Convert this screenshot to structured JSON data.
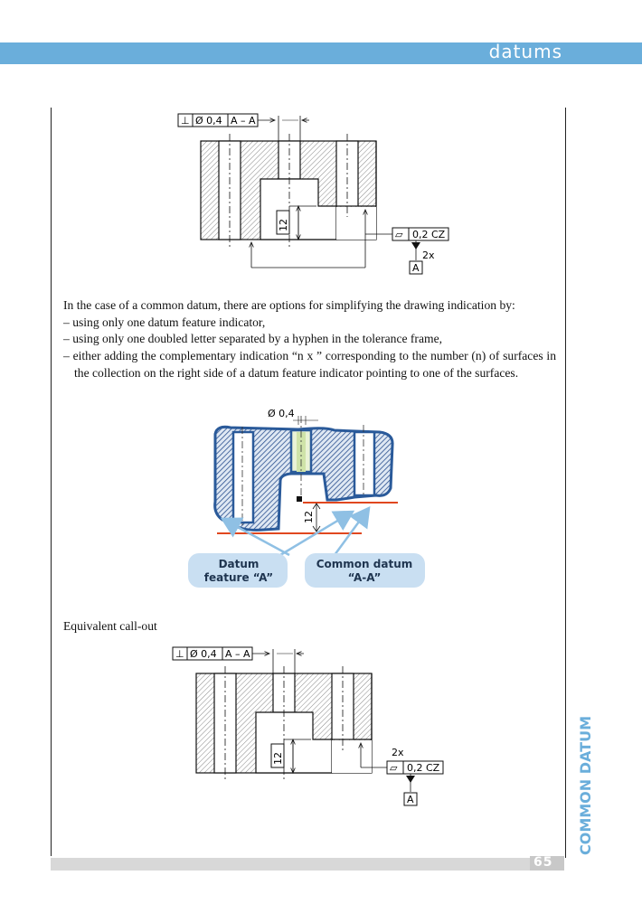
{
  "header": {
    "section_title": "datums"
  },
  "side_label": "COMMON DATUM",
  "page_number": "65",
  "paragraph": {
    "intro": "In the case of a common datum, there are options for simplifying the drawing indication by:",
    "bullets": [
      "– using only one datum feature indicator,",
      "– using only one doubled letter separated by a hyphen in the tolerance frame,",
      "– either adding the complementary indication “n x ” corresponding to the number (n) of surfaces in the collection on the right side of a datum feature indicator pointing to one of the surfaces."
    ]
  },
  "figure1": {
    "tol_frame": {
      "symbol": "⊥",
      "value": "Ø 0,4",
      "datum": "A – A"
    },
    "dimension": "12",
    "flatness_frame": {
      "symbol": "▱",
      "value": "0,2 CZ"
    },
    "count": "2x",
    "datum_letter": "A"
  },
  "figure2": {
    "diameter_label": "Ø 0,4",
    "dimension": "12",
    "callout_left": {
      "line1": "Datum",
      "line2": "feature “A”"
    },
    "callout_right": {
      "line1": "Common datum",
      "line2": "“A-A”"
    }
  },
  "equivalent_label": "Equivalent call-out",
  "figure3": {
    "tol_frame": {
      "symbol": "⊥",
      "value": "Ø 0,4",
      "datum": "A – A"
    },
    "dimension": "12",
    "count": "2x",
    "flatness_frame": {
      "symbol": "▱",
      "value": "0,2 CZ"
    },
    "datum_letter": "A"
  }
}
